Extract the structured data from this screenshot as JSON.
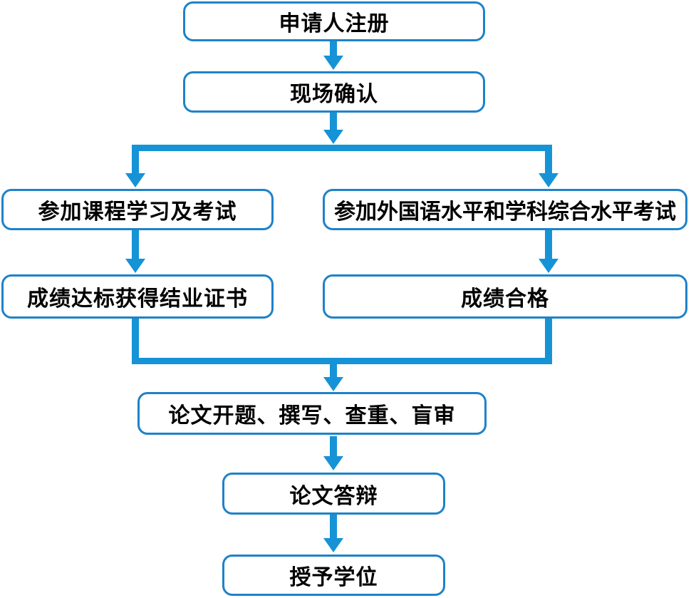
{
  "diagram": {
    "type": "flowchart",
    "colors": {
      "box_border": "#1e82c8",
      "connector": "#1593d6",
      "text": "#000000",
      "background": "#ffffff"
    },
    "nodes": [
      {
        "id": "register",
        "label": "申请人注册"
      },
      {
        "id": "confirm",
        "label": "现场确认"
      },
      {
        "id": "course",
        "label": "参加课程学习及考试"
      },
      {
        "id": "exam",
        "label": "参加外国语水平和学科综合水平考试"
      },
      {
        "id": "certificate",
        "label": "成绩达标获得结业证书"
      },
      {
        "id": "pass",
        "label": "成绩合格"
      },
      {
        "id": "thesis",
        "label": "论文开题、撰写、查重、盲审"
      },
      {
        "id": "defense",
        "label": "论文答辩"
      },
      {
        "id": "degree",
        "label": "授予学位"
      }
    ],
    "edges": [
      {
        "from": "register",
        "to": "confirm"
      },
      {
        "from": "confirm",
        "to": "course"
      },
      {
        "from": "confirm",
        "to": "exam"
      },
      {
        "from": "course",
        "to": "certificate"
      },
      {
        "from": "exam",
        "to": "pass"
      },
      {
        "from": "certificate",
        "to": "thesis"
      },
      {
        "from": "pass",
        "to": "thesis"
      },
      {
        "from": "thesis",
        "to": "defense"
      },
      {
        "from": "defense",
        "to": "degree"
      }
    ]
  }
}
